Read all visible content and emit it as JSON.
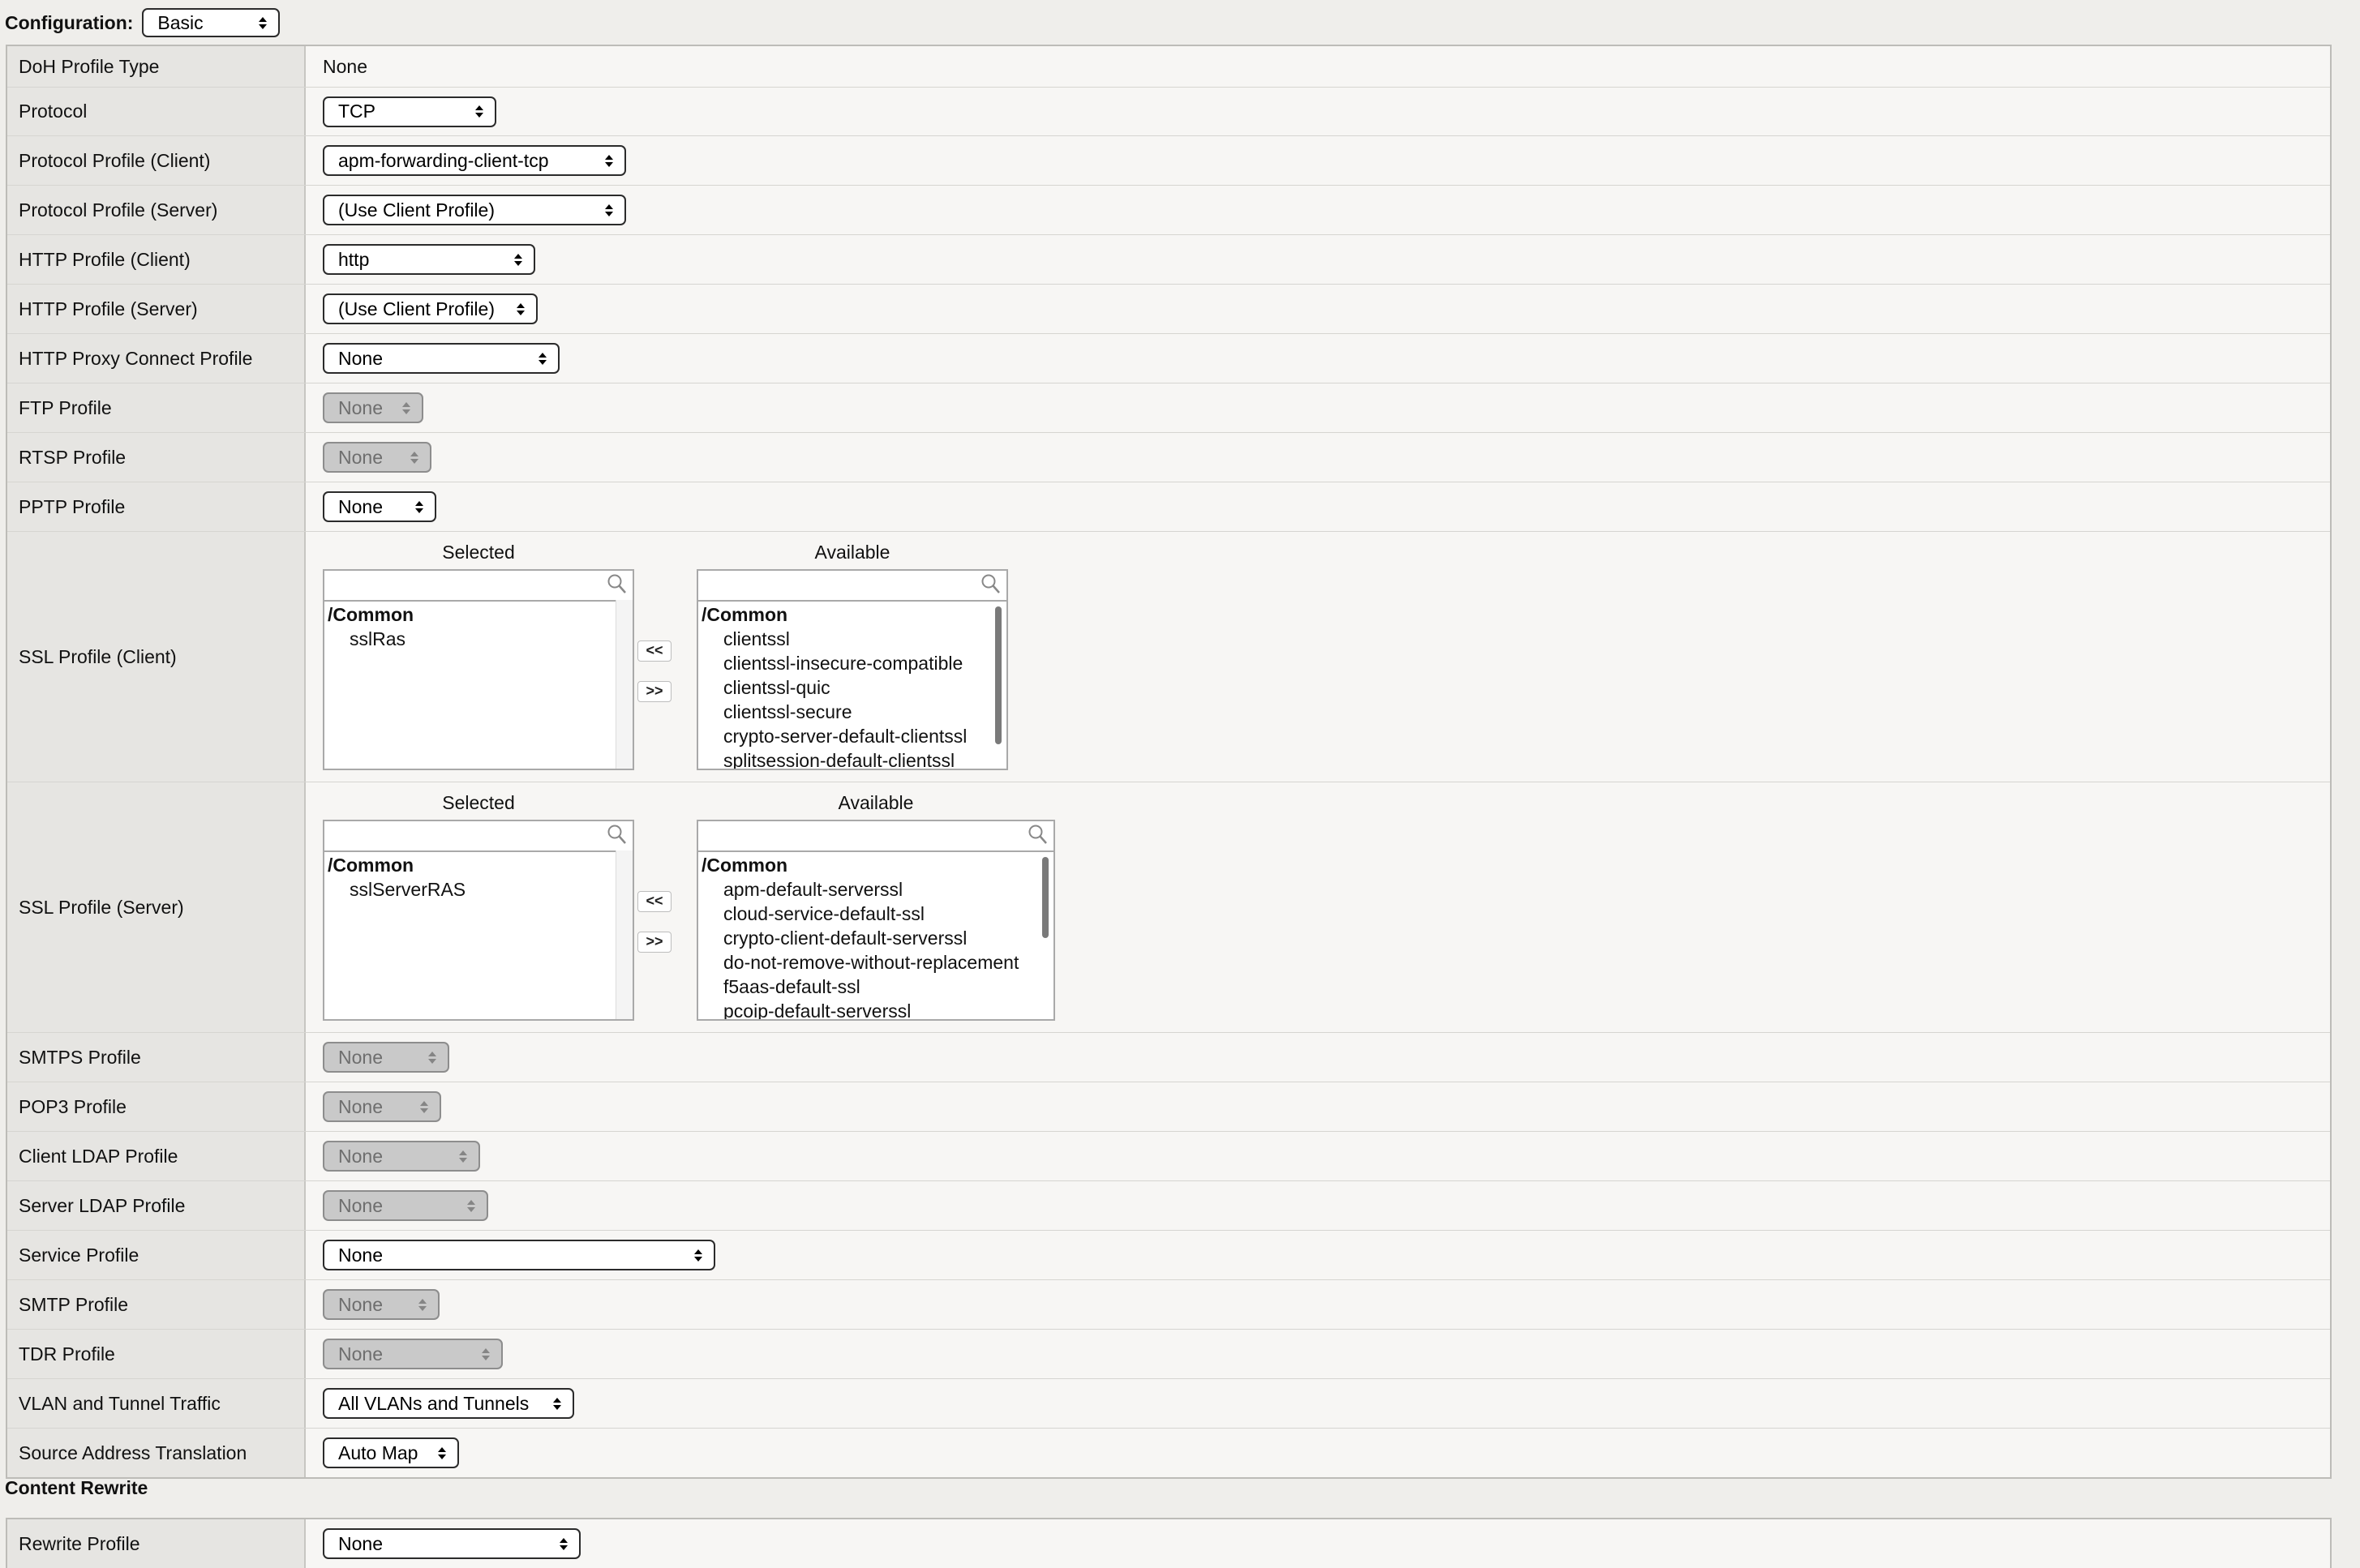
{
  "configuration": {
    "label": "Configuration:",
    "value": "Basic"
  },
  "rows": {
    "doh": {
      "label": "DoH Profile Type",
      "value": "None"
    },
    "protocol": {
      "label": "Protocol",
      "value": "TCP"
    },
    "proto_client": {
      "label": "Protocol Profile (Client)",
      "value": "apm-forwarding-client-tcp"
    },
    "proto_server": {
      "label": "Protocol Profile (Server)",
      "value": "(Use Client Profile)"
    },
    "http_client": {
      "label": "HTTP Profile (Client)",
      "value": "http"
    },
    "http_server": {
      "label": "HTTP Profile (Server)",
      "value": "(Use Client Profile)"
    },
    "http_proxy": {
      "label": "HTTP Proxy Connect Profile",
      "value": "None"
    },
    "ftp": {
      "label": "FTP Profile",
      "value": "None"
    },
    "rtsp": {
      "label": "RTSP Profile",
      "value": "None"
    },
    "pptp": {
      "label": "PPTP Profile",
      "value": "None"
    },
    "ssl_client": {
      "label": "SSL Profile (Client)",
      "selected_title": "Selected",
      "available_title": "Available",
      "selected_group": "/Common",
      "selected_items": [
        "sslRas"
      ],
      "available_group": "/Common",
      "available_items": [
        "clientssl",
        "clientssl-insecure-compatible",
        "clientssl-quic",
        "clientssl-secure",
        "crypto-server-default-clientssl",
        "splitsession-default-clientssl"
      ],
      "move_left": "<<",
      "move_right": ">>"
    },
    "ssl_server": {
      "label": "SSL Profile (Server)",
      "selected_title": "Selected",
      "available_title": "Available",
      "selected_group": "/Common",
      "selected_items": [
        "sslServerRAS"
      ],
      "available_group": "/Common",
      "available_items": [
        "apm-default-serverssl",
        "cloud-service-default-ssl",
        "crypto-client-default-serverssl",
        "do-not-remove-without-replacement",
        "f5aas-default-ssl",
        "pcoip-default-serverssl"
      ],
      "move_left": "<<",
      "move_right": ">>"
    },
    "smtps": {
      "label": "SMTPS Profile",
      "value": "None"
    },
    "pop3": {
      "label": "POP3 Profile",
      "value": "None"
    },
    "client_ldap": {
      "label": "Client LDAP Profile",
      "value": "None"
    },
    "server_ldap": {
      "label": "Server LDAP Profile",
      "value": "None"
    },
    "service": {
      "label": "Service Profile",
      "value": "None"
    },
    "smtp": {
      "label": "SMTP Profile",
      "value": "None"
    },
    "tdr": {
      "label": "TDR Profile",
      "value": "None"
    },
    "vlan": {
      "label": "VLAN and Tunnel Traffic",
      "value": "All VLANs and Tunnels"
    },
    "snat": {
      "label": "Source Address Translation",
      "value": "Auto Map"
    }
  },
  "content_rewrite": {
    "title": "Content Rewrite",
    "rewrite": {
      "label": "Rewrite Profile",
      "value": "None"
    }
  },
  "colors": {
    "label_bg": "#e6e5e2",
    "value_bg": "#f7f6f4",
    "disabled_select": "#c9c9c9"
  }
}
